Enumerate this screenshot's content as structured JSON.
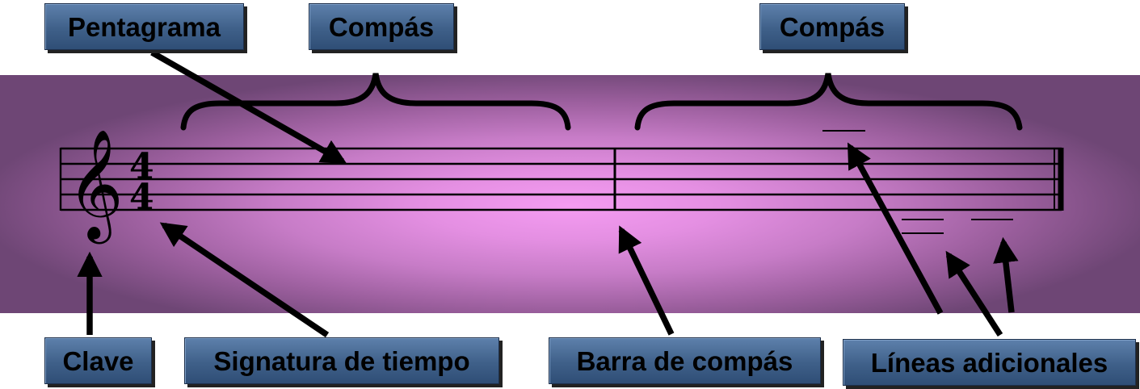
{
  "labels": {
    "pentagrama": "Pentagrama",
    "compas_1": "Compás",
    "compas_2": "Compás",
    "clave": "Clave",
    "signatura": "Signatura de tiempo",
    "barra": "Barra de compás",
    "lineas": "Líneas adicionales"
  },
  "staff": {
    "time_signature_top": "4",
    "time_signature_bottom": "4",
    "clef_glyph": "𝄞"
  },
  "colors": {
    "label_fill": "#3f6089",
    "band_center": "#f59cf2",
    "band_edge": "#6e4675",
    "ink": "#000000"
  }
}
